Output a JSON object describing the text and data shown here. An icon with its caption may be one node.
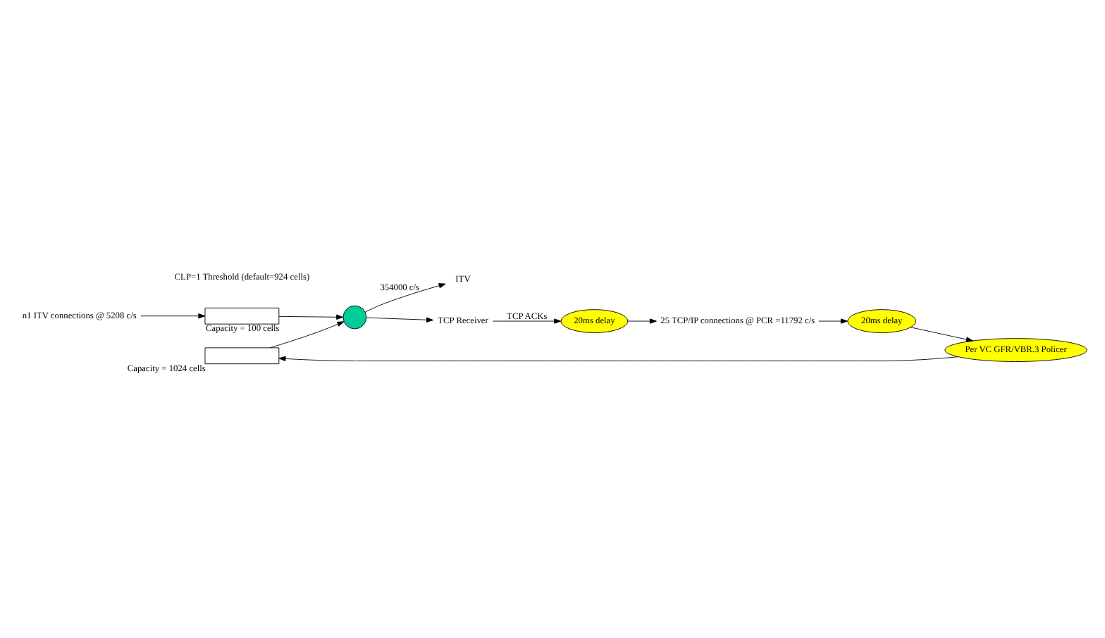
{
  "diagram": {
    "nodes": [
      {
        "text": [
          "n1 ITV connections @ 5208 c/s"
        ]
      },
      {
        "text": [
          "20ms delay"
        ]
      },
      {
        "text": [
          "Per VC GFR/VBR.3 Policer"
        ]
      },
      {
        "text": [],
        "shape": "box",
        "beside": [
          "Capacity = 100 cells"
        ]
      },
      {
        "text": [],
        "shape": "box",
        "beside": [
          "Capacity = 1024 cells"
        ]
      },
      {
        "text": [],
        "shape": "circle"
      },
      {
        "text": [
          "ITV"
        ]
      },
      {
        "text": [
          "TCP Receiver"
        ]
      },
      {
        "text": [
          "20ms delay"
        ]
      },
      {
        "text": [
          "25 TCP/IP connections @ PCR =11792 c/s"
        ]
      }
    ],
    "edges": [
      {
        "from": 0,
        "to": 3,
        "arrow": "to"
      },
      {
        "from": 1,
        "to": 2,
        "arrow": "to"
      },
      {
        "from": 2,
        "to": 4,
        "arrow": "to"
      },
      {
        "from": 3,
        "to": 5,
        "arrow": "to"
      },
      {
        "from": 4,
        "to": 5,
        "arrow": "to"
      },
      {
        "from": 5,
        "to": 6,
        "arrow": "to",
        "label": "354000 c/s"
      },
      {
        "from": 5,
        "to": 7,
        "arrow": "to"
      },
      {
        "from": 7,
        "to": 8,
        "arrow": "to",
        "label": "TCP ACKs"
      },
      {
        "from": 8,
        "to": 9,
        "arrow": "to"
      },
      {
        "from": 9,
        "to": 1,
        "arrow": "to"
      }
    ],
    "labels": [
      "CLP=1 Threshold (default=924 cells)"
    ]
  }
}
